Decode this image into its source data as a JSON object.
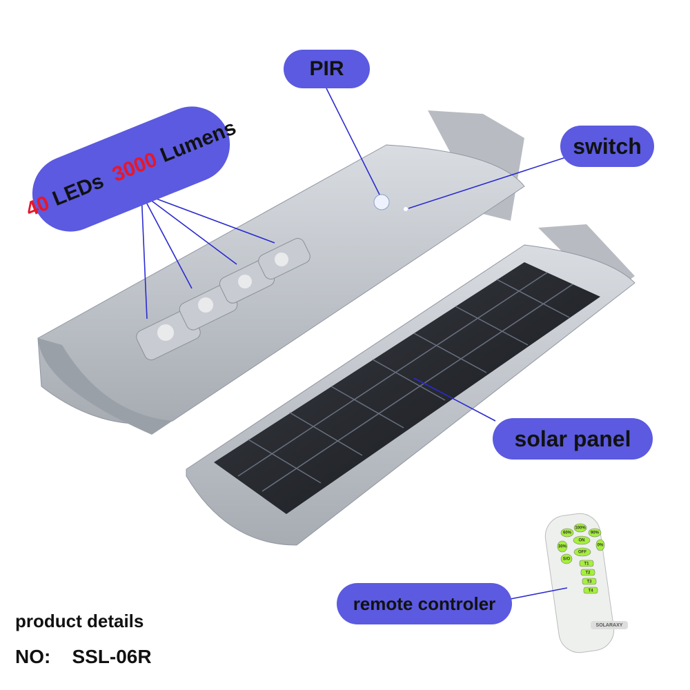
{
  "labels": {
    "pir": "PIR",
    "switch": "switch",
    "leds_count": "40",
    "leds_word": "LEDs",
    "lumens_count": "3000",
    "lumens_word": "Lumens",
    "solar_panel": "solar panel",
    "remote": "remote controler"
  },
  "details": {
    "heading": "product details",
    "model_label": "NO:",
    "model_value": "SSL-06R"
  },
  "remote_buttons": [
    "60%",
    "100%",
    "90%",
    "30%",
    "ON",
    "OFF",
    "0%",
    "S/O",
    "T1",
    "T2",
    "T3",
    "T4"
  ],
  "remote_brand": "SOLARAXY",
  "colors": {
    "pill": "#5b5ae0",
    "highlight": "#e8162a",
    "leader": "#2a2ad0",
    "button": "#a6ef3c"
  }
}
